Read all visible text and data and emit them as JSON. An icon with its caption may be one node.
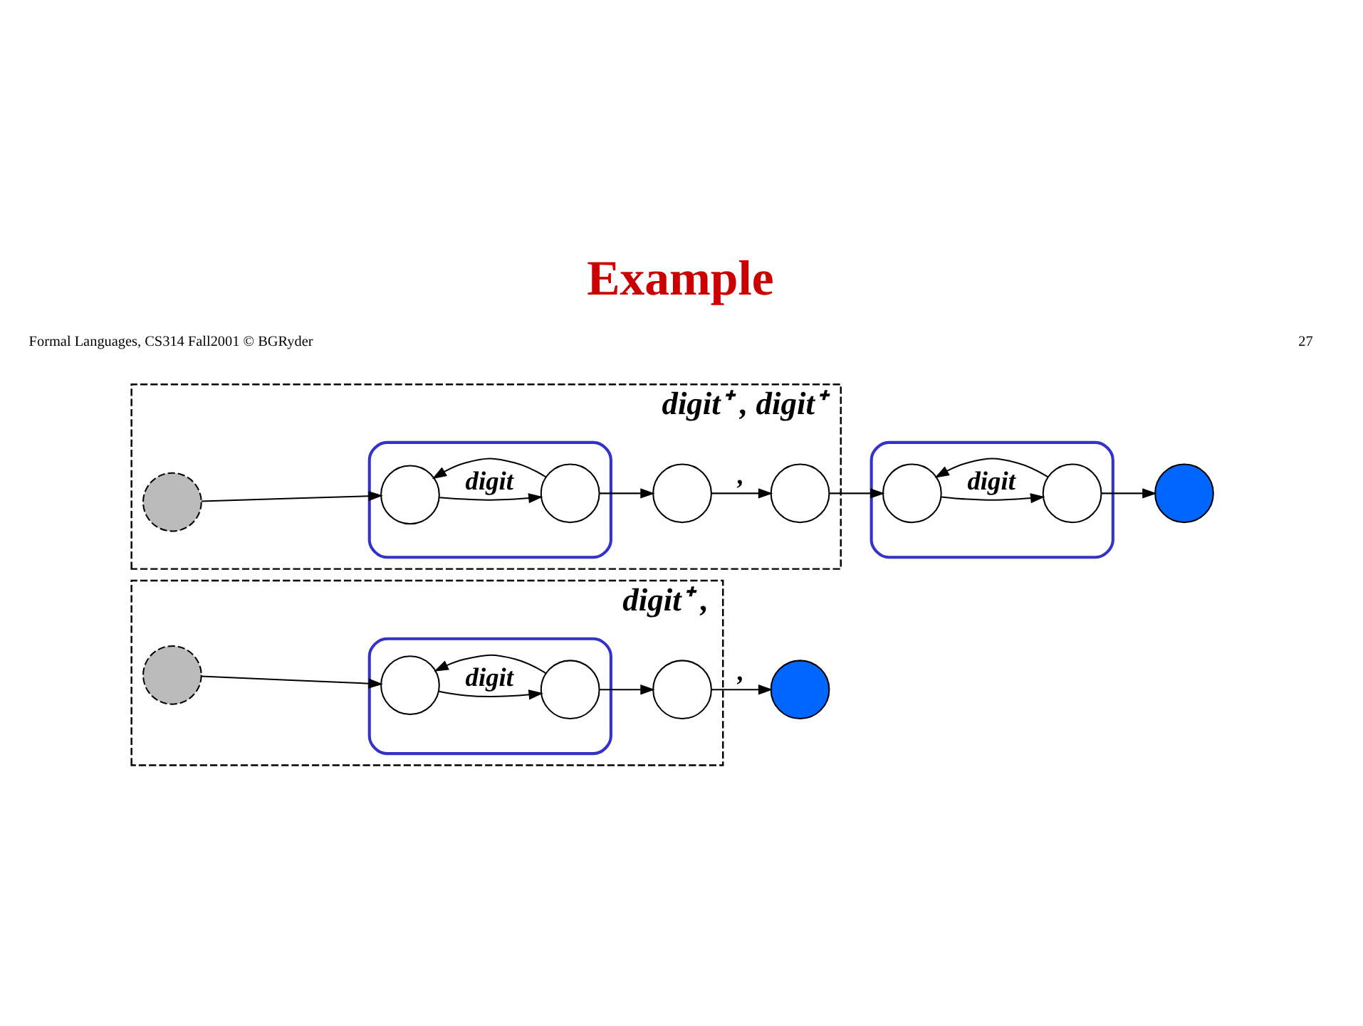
{
  "diagram": {
    "title": "Example",
    "nodes": [
      {
        "text": [
          "digit⁺ ,"
        ]
      },
      {
        "text": [],
        "shape": "circle",
        "in": 0
      },
      {
        "text": [],
        "shape": "ellipse",
        "in": 0
      },
      {
        "text": [],
        "shape": "circle",
        "in": 2
      },
      {
        "text": [],
        "shape": "circle",
        "in": 2
      },
      {
        "text": [],
        "shape": "circle",
        "in": 0
      },
      {
        "text": [],
        "shape": "circle"
      },
      {
        "text": [
          "digit⁺ , digit⁺"
        ]
      },
      {
        "text": [],
        "shape": "circle",
        "in": 7
      },
      {
        "text": [],
        "shape": "ellipse",
        "in": 7
      },
      {
        "text": [],
        "shape": "circle",
        "in": 9
      },
      {
        "text": [],
        "shape": "circle",
        "in": 9
      },
      {
        "text": [],
        "shape": "circle",
        "in": 7
      },
      {
        "text": [],
        "shape": "circle",
        "in": 7
      },
      {
        "text": [],
        "shape": "ellipse"
      },
      {
        "text": [],
        "shape": "circle",
        "in": 14
      },
      {
        "text": [],
        "shape": "circle",
        "in": 14
      },
      {
        "text": [],
        "shape": "circle"
      }
    ],
    "edges": [
      {
        "from": 1,
        "to": 3,
        "arrow": "to"
      },
      {
        "from": 3,
        "to": 4,
        "arrow": "to",
        "label": "digit"
      },
      {
        "from": 4,
        "to": 3,
        "arrow": "to"
      },
      {
        "from": 4,
        "to": 5,
        "arrow": "to"
      },
      {
        "from": 5,
        "to": 6,
        "arrow": "to",
        "label": ","
      },
      {
        "from": 8,
        "to": 10,
        "arrow": "to"
      },
      {
        "from": 10,
        "to": 11,
        "arrow": "to",
        "label": "digit"
      },
      {
        "from": 11,
        "to": 10,
        "arrow": "to"
      },
      {
        "from": 11,
        "to": 12,
        "arrow": "to"
      },
      {
        "from": 12,
        "to": 13,
        "arrow": "to",
        "label": ","
      },
      {
        "from": 13,
        "to": 15,
        "arrow": "to"
      },
      {
        "from": 15,
        "to": 16,
        "arrow": "to",
        "label": "digit"
      },
      {
        "from": 16,
        "to": 15,
        "arrow": "to"
      },
      {
        "from": 16,
        "to": 17,
        "arrow": "to"
      }
    ],
    "labels": [
      "Formal Languages, CS314 Fall2001 © BGRyder",
      "27"
    ]
  }
}
